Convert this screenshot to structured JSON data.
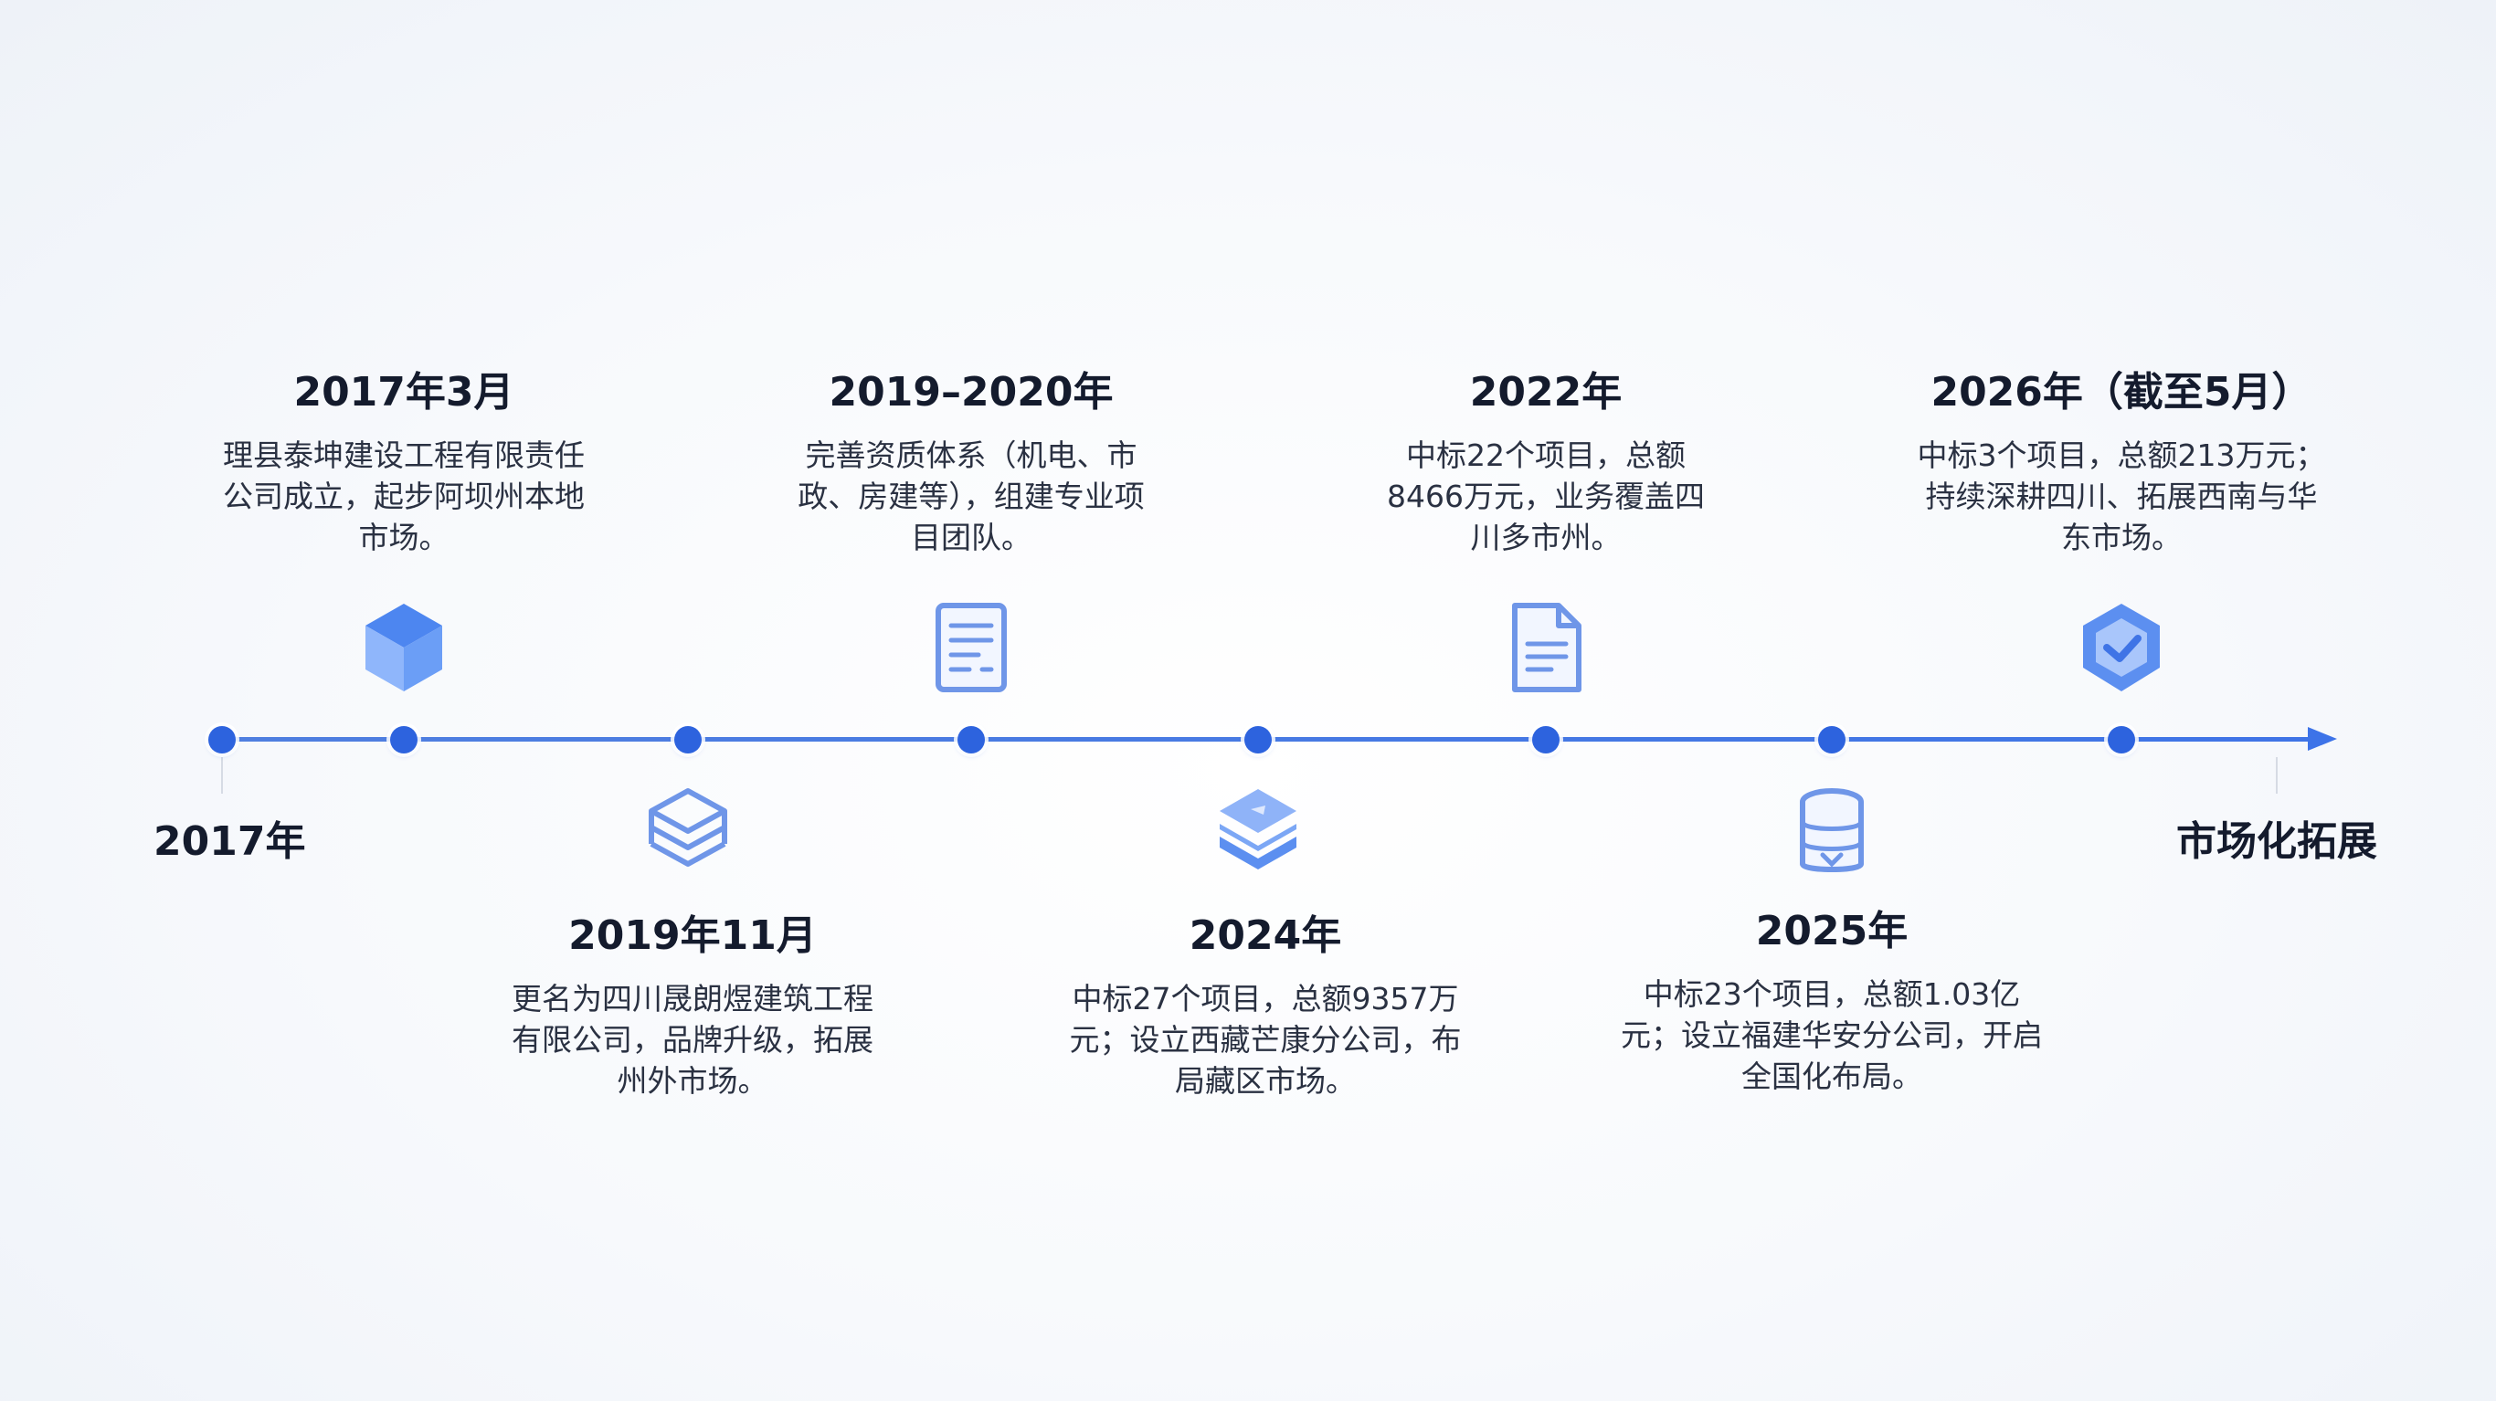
{
  "axis": {
    "start_label": "2017年",
    "end_label": "市场化拓展"
  },
  "milestones": [
    {
      "year": "2017年3月",
      "desc": "理县泰坤建设工程有限责任公司成立，起步阿坝州本地市场。",
      "icon": "cube-icon",
      "side": "top"
    },
    {
      "year": "2019年11月",
      "desc": "更名为四川晟朗煜建筑工程有限公司，品牌升级，拓展州外市场。",
      "icon": "layers-box-icon",
      "side": "bottom"
    },
    {
      "year": "2019–2020年",
      "desc": "完善资质体系（机电、市政、房建等），组建专业项目团队。",
      "icon": "document-icon",
      "side": "top"
    },
    {
      "year": "2024年",
      "desc": "中标27个项目，总额9357万元；设立西藏芒康分公司，布局藏区市场。",
      "icon": "stack-layers-icon",
      "side": "bottom"
    },
    {
      "year": "2022年",
      "desc": "中标22个项目，总额8466万元，业务覆盖四川多市州。",
      "icon": "file-icon",
      "side": "top"
    },
    {
      "year": "2025年",
      "desc": "中标23个项目，总额1.03亿元；设立福建华安分公司，开启全国化布局。",
      "icon": "database-icon",
      "side": "bottom"
    },
    {
      "year": "2026年（截至5月）",
      "desc": "中标3个项目，总额213万元；持续深耕四川、拓展西南与华东市场。",
      "icon": "shield-check-icon",
      "side": "top"
    }
  ],
  "colors": {
    "accent": "#2d63de",
    "axis": "#4f7fe0",
    "text": "#141b2d"
  }
}
